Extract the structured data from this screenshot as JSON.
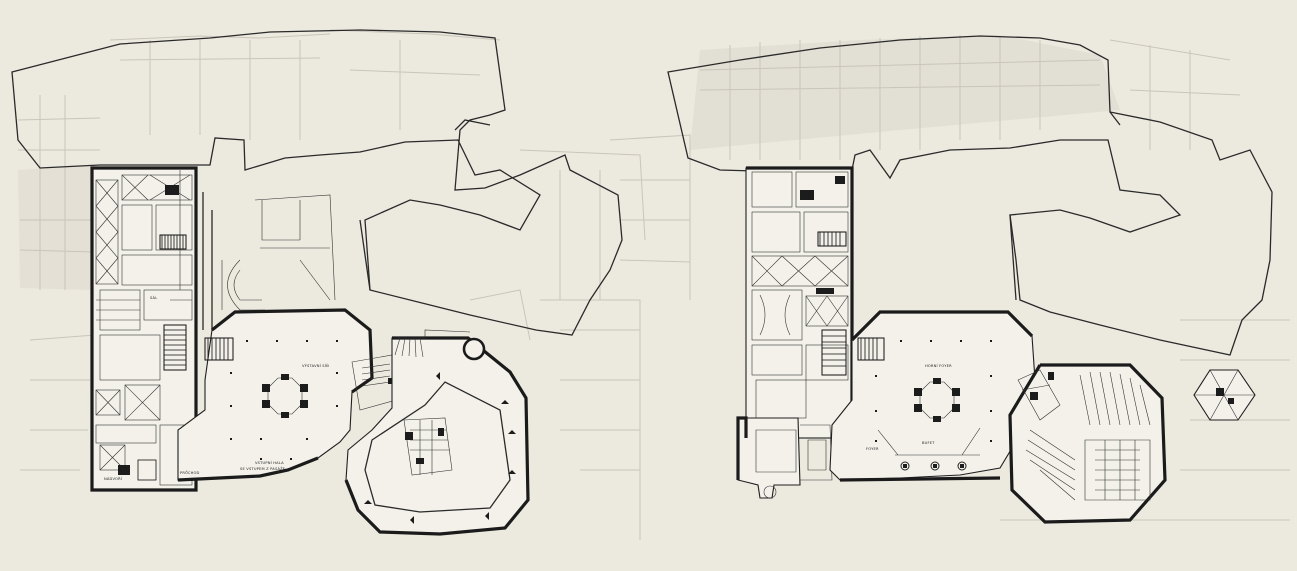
{
  "colors": {
    "paper": "#ece9df",
    "ink": "#1f1f1f",
    "ghost": "#c9c5ba"
  },
  "plan_left": {
    "labels": {
      "exhibition_hall": "VÝSTAVNÍ SÍŇ",
      "entry_hall": "VSTUPNÍ HALA",
      "entry_hall_sub": "SE VSTUPEM Z PASÁŽE",
      "small_room": "SÁL",
      "courtyard": "NÁDVOŘÍ",
      "corridor": "PRŮCHOD"
    }
  },
  "plan_right": {
    "labels": {
      "upper_hall": "HORNÍ FOYER",
      "buffet": "BUFET",
      "foyer": "FOYER"
    }
  }
}
